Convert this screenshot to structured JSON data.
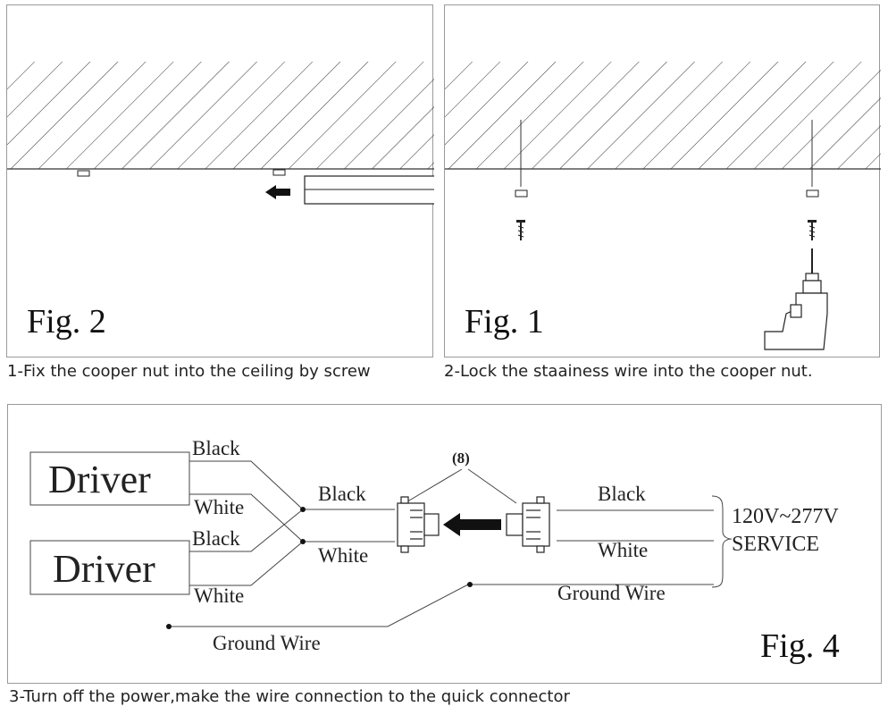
{
  "panels": {
    "fig2": {
      "label": "Fig. 2",
      "caption": "1-Fix the cooper nut into the ceiling by screw"
    },
    "fig1": {
      "label": "Fig. 1",
      "caption": "2-Lock the staainess wire into the cooper nut."
    },
    "fig4": {
      "label": "Fig. 4",
      "caption": "3-Turn off the power,make the wire connection to the quick connector",
      "driver_top": "Driver",
      "driver_bottom": "Driver",
      "wire_black_1": "Black",
      "wire_white_1": "White",
      "wire_black_2": "Black",
      "wire_white_2": "White",
      "ground_left": "Ground Wire",
      "mid_black": "Black",
      "mid_white": "White",
      "callout": "(8)",
      "right_black": "Black",
      "right_white": "White",
      "ground_right": "Ground Wire",
      "service_voltage": "120V~277V",
      "service_label": "SERVICE"
    }
  }
}
